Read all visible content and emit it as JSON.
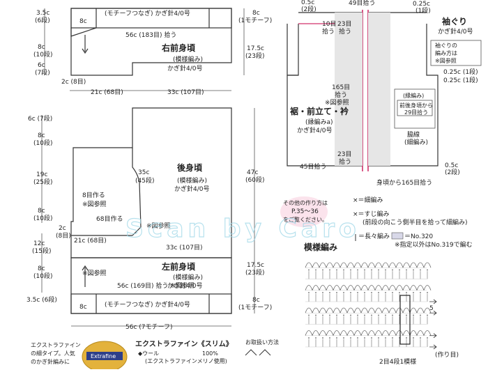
{
  "right_front": {
    "title": "右前身頃",
    "pattern": "(模様編み)",
    "hook": "かぎ針4/0号",
    "band_label": "(モチーフつなぎ) かぎ針4/0号",
    "band_8c": "8c",
    "pick_56": "56c (183目) 拾う",
    "left_35": "3.5c",
    "left_35s": "(6段)",
    "left_8": "8c",
    "left_8s": "(10段)",
    "left_6": "6c",
    "left_6s": "(7段)",
    "right_8": "8c",
    "right_8s": "(1モチーフ)",
    "right_175": "17.5c",
    "right_175s": "(23段)",
    "bottom_2": "2c (8目)",
    "bottom_21": "21c (68目)",
    "bottom_33": "33c (107目)"
  },
  "back": {
    "title": "後身頃",
    "pattern": "(模様編み)",
    "hook": "かぎ針4/0号",
    "c35": "35c",
    "c35s": "(45段)",
    "make8": "8目作る",
    "ref1": "※図参照",
    "make68": "68目作る",
    "ref2": "※図参照",
    "left_6": "6c (7段)",
    "left_8": "8c",
    "left_8s": "(10段)",
    "left_19": "19c",
    "left_19s": "(25段)",
    "left_8b": "8c",
    "left_8bs": "(10段)",
    "right_47": "47c",
    "right_47s": "(60段)"
  },
  "left_front": {
    "title": "左前身頃",
    "pattern": "(模様編み)",
    "hook": "かぎ針4/0号",
    "band_label": "(モチーフつなぎ) かぎ針4/0号",
    "band_8c": "8c",
    "pick_56": "56c (169目) 拾う ※図参照",
    "ref": "※図参照",
    "top_2": "2c",
    "top_2s": "(8目)",
    "top_21": "21c (68目)",
    "bottom_33": "33c (107目)",
    "left_12": "12c",
    "left_12s": "(15段)",
    "left_8": "8c",
    "left_8s": "(10段)",
    "left_35": "3.5c (6段)",
    "right_175": "17.5c",
    "right_175s": "(23段)",
    "right_8": "8c",
    "right_8s": "(1モチーフ)",
    "bottom_56": "56c (7モチーフ)"
  },
  "sleeve": {
    "top_05": "0.5c",
    "top_05s": "(2段)",
    "pick_49": "49目拾う",
    "top_025": "0.25c",
    "top_025s": "(1段)",
    "title": "袖ぐり",
    "hook": "かぎ針4/0号",
    "note_l1": "袖ぐりの",
    "note_l2": "編み方は",
    "note_l3": "※図参照",
    "mid_025a": "0.25c (1段)",
    "mid_025b": "0.25c (1段)",
    "pick10": "10目",
    "pick10s": "拾う",
    "pick23": "23目",
    "pick23s": "拾う",
    "pick165": "165目",
    "pick165s": "拾う",
    "ref165": "※図参照",
    "hem_title": "裾・前立て・衿",
    "hem_pattern": "(縁編みa)",
    "hem_hook": "かぎ針4/0号",
    "box_a": "(縁編み)",
    "box_b1": "前後身頃から",
    "box_b2": "29目拾う",
    "gusset": "脇線",
    "gusset_p": "(細編み)",
    "pick23b": "23目",
    "pick23bs": "拾う",
    "pick45": "45目拾う",
    "bot_05": "0.5c",
    "bot_05s": "(2段)",
    "bot_pick": "身頃から165目拾う"
  },
  "legend": {
    "other": "その他の作り方は",
    "pages": "P.35～36",
    "see": "をご覧ください。",
    "sc": "×＝細編み",
    "ribsc": "×＝すじ編み",
    "ribsc_note": "(前段の向こう側半目を拾って細編み)",
    "ch": "＝長々編み",
    "color320": "＝No.320",
    "note319": "※指定以外はNo.319で編む"
  },
  "chart": {
    "title": "模様編み",
    "row5": "5",
    "repeat": "2目4段1模様",
    "start": "(作り目)"
  },
  "yarn": {
    "desc1": "エクストラファイン",
    "desc2": "の細タイプ。人気",
    "desc3": "のかぎ針編みに",
    "name": "エクストラファイン《スリム》",
    "wool": "◆ウール",
    "pct": "100%",
    "sub": "(エクストラファインメリノ使用)",
    "care": "お取扱い方法",
    "brand": "Extrafine"
  },
  "watermark": "Scan by Caro"
}
